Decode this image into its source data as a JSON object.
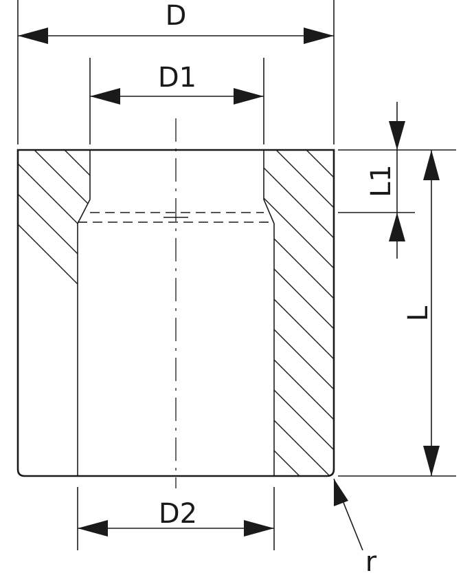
{
  "labels": {
    "d": "D",
    "d1": "D1",
    "d2": "D2",
    "l": "L",
    "l1": "L1",
    "r": "r"
  }
}
